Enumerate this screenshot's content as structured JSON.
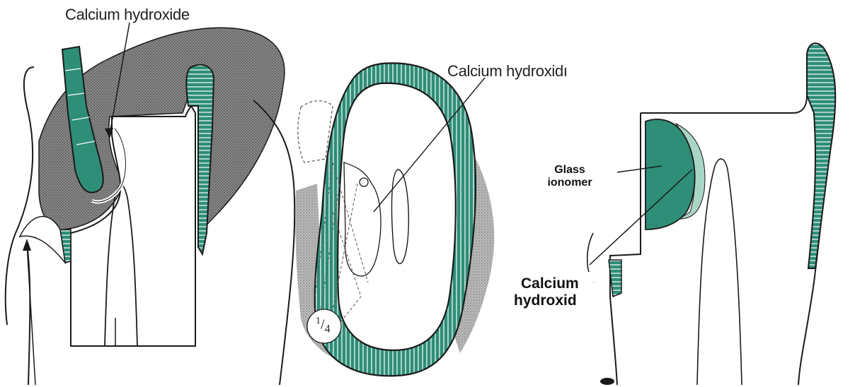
{
  "colors": {
    "teal": "#2e8e77",
    "teal_light": "#7cbeaa",
    "stipple": "#6f6f6f",
    "line": "#1a1a1a",
    "background": "#ffffff"
  },
  "panels": [
    {
      "labels": {
        "calcium_hydroxide": "Calcium hydroxide"
      }
    },
    {
      "labels": {
        "calcium_hydroxide": "Calcium hydroxidı",
        "fraction_numerator": "1",
        "fraction_denominator": "4"
      }
    },
    {
      "labels": {
        "glass_ionomer_line1": "Glass",
        "glass_ionomer_line2": "ionomer",
        "calcium_hydroxide_line1": "Calcium",
        "calcium_hydroxide_line2": "hydroxid"
      }
    }
  ]
}
